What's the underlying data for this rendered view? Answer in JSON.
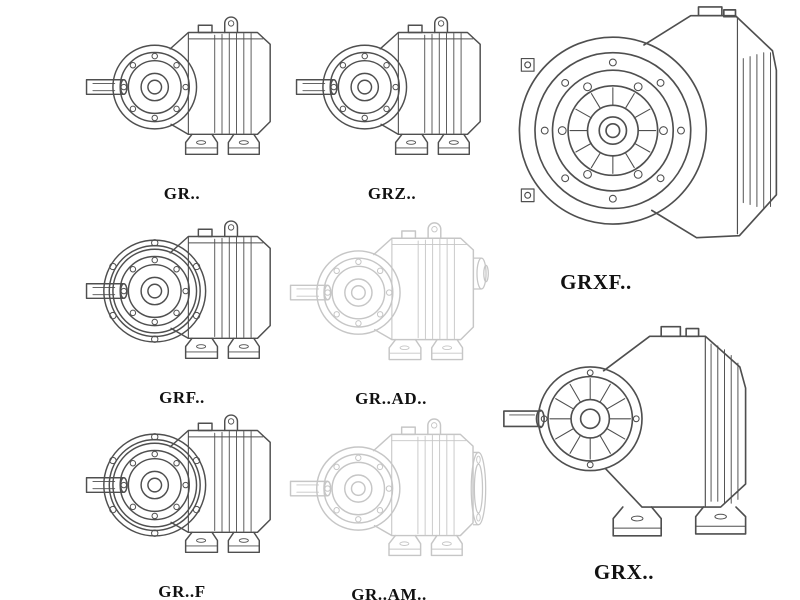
{
  "page": {
    "background_color": "#ffffff",
    "line_color": "#4f4f4f",
    "light_line_color": "#c6c6c6",
    "label_color": "#111111",
    "description": "Catalog sheet of gear reducer model variants shown as technical line drawings"
  },
  "figures": [
    {
      "id": "gr",
      "label": "GR..",
      "drawing": "helical-gear-reducer-side-view",
      "line_style": "solid"
    },
    {
      "id": "grz",
      "label": "GRZ..",
      "drawing": "helical-gear-reducer-side-view",
      "line_style": "solid"
    },
    {
      "id": "grxf",
      "label": "GRXF..",
      "drawing": "flange-mounted-reducer-front-view",
      "line_style": "solid"
    },
    {
      "id": "grf",
      "label": "GRF..",
      "drawing": "flange-reducer-side-view",
      "line_style": "solid"
    },
    {
      "id": "grad",
      "label": "GR..AD..",
      "drawing": "reducer-with-input-adapter-side-view",
      "line_style": "light"
    },
    {
      "id": "grff",
      "label": "GR..F",
      "drawing": "flange-reducer-side-view",
      "line_style": "solid"
    },
    {
      "id": "gram",
      "label": "GR..AM..",
      "drawing": "reducer-with-motor-adapter-flange-side",
      "line_style": "light"
    },
    {
      "id": "grx",
      "label": "GRX..",
      "drawing": "large-helical-reducer-side-view",
      "line_style": "solid"
    }
  ]
}
